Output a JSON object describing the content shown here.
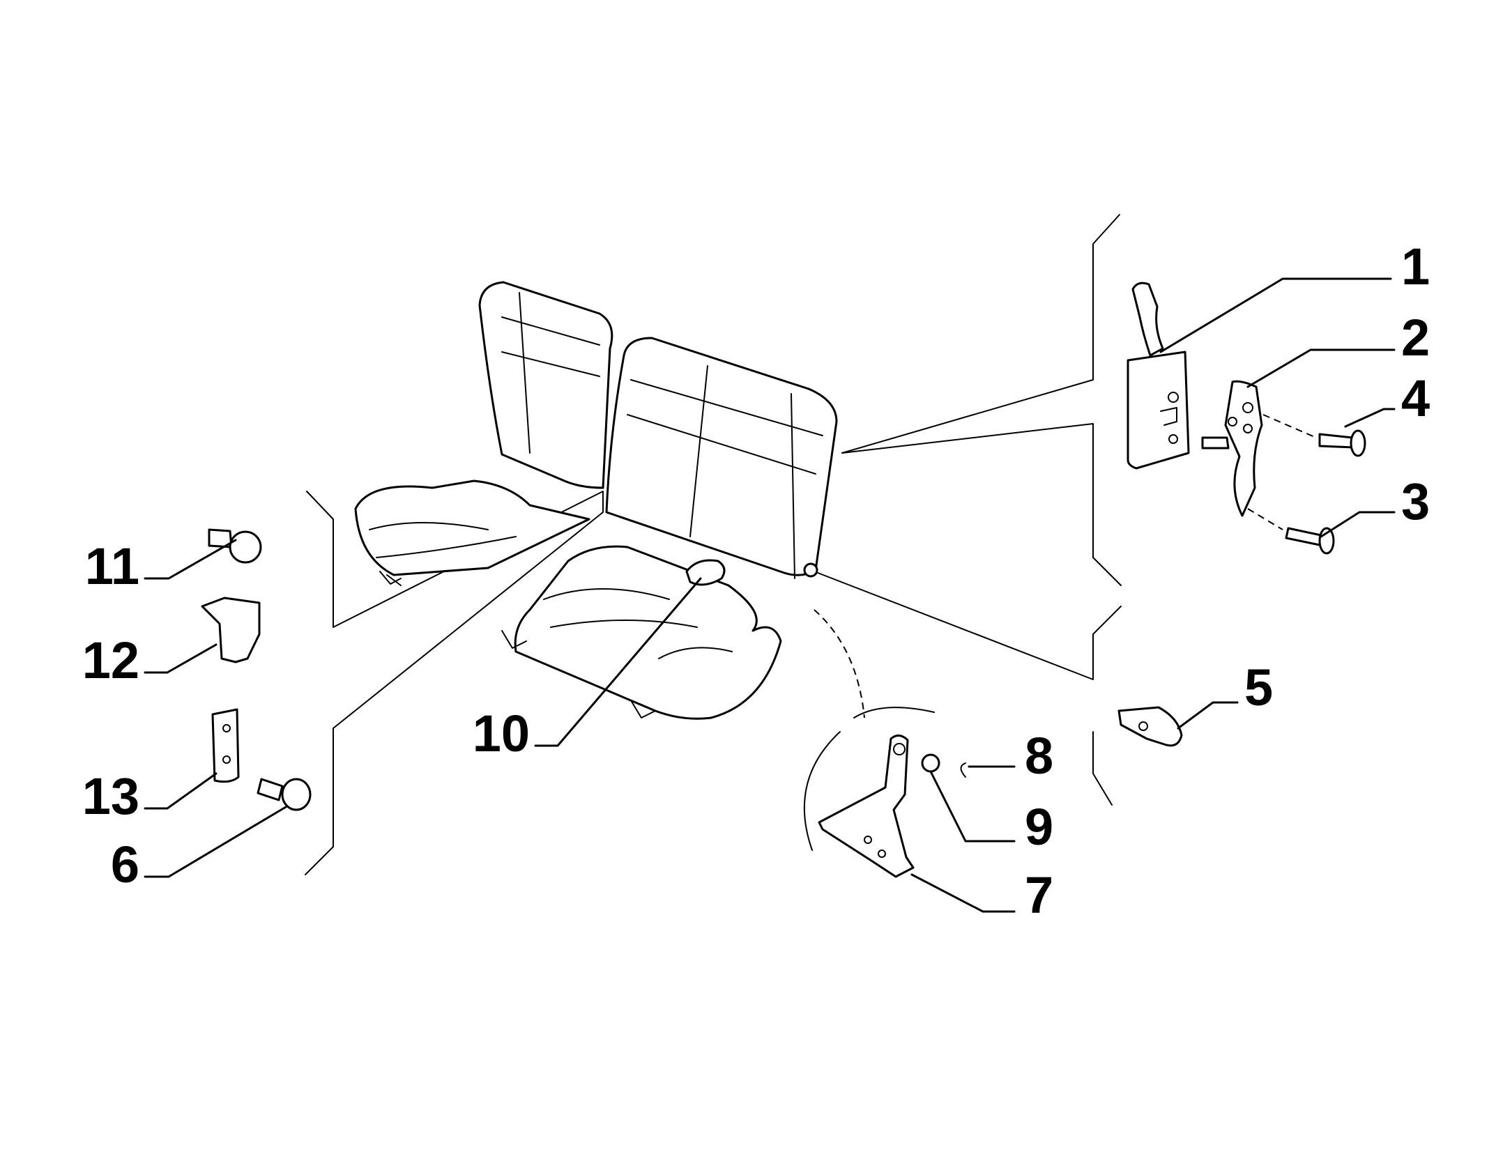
{
  "diagram": {
    "callouts": [
      {
        "id": "1",
        "label": "1"
      },
      {
        "id": "2",
        "label": "2"
      },
      {
        "id": "3",
        "label": "3"
      },
      {
        "id": "4",
        "label": "4"
      },
      {
        "id": "5",
        "label": "5"
      },
      {
        "id": "6",
        "label": "6"
      },
      {
        "id": "7",
        "label": "7"
      },
      {
        "id": "8",
        "label": "8"
      },
      {
        "id": "9",
        "label": "9"
      },
      {
        "id": "10",
        "label": "10"
      },
      {
        "id": "11",
        "label": "11"
      },
      {
        "id": "12",
        "label": "12"
      },
      {
        "id": "13",
        "label": "13"
      }
    ],
    "colors": {
      "ink": "#000000",
      "background": "#ffffff"
    }
  }
}
